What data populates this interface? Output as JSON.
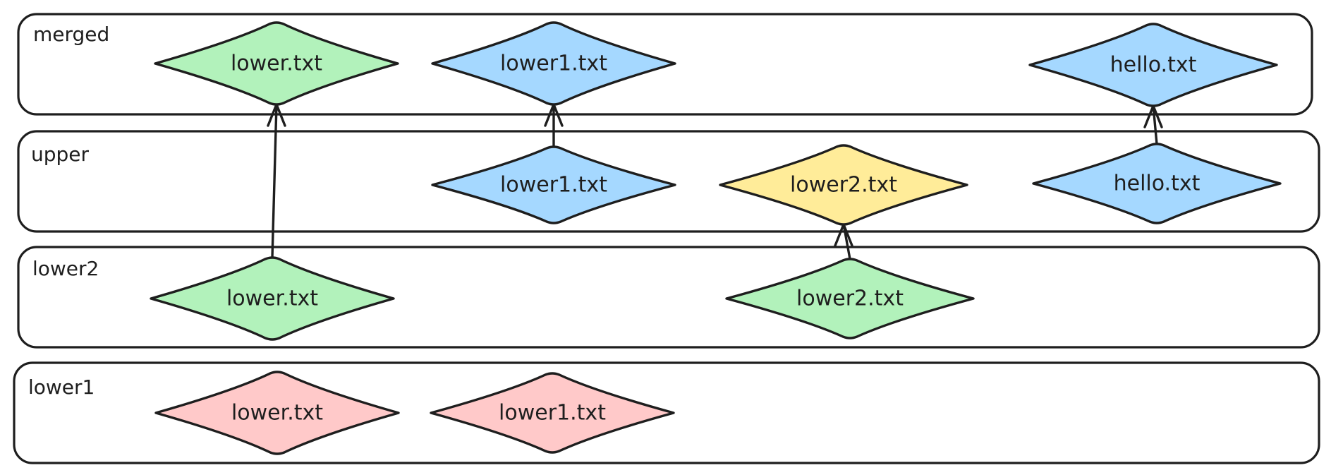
{
  "layers": [
    {
      "id": "merged",
      "label": "merged"
    },
    {
      "id": "upper",
      "label": "upper"
    },
    {
      "id": "lower2",
      "label": "lower2"
    },
    {
      "id": "lower1",
      "label": "lower1"
    }
  ],
  "nodes": [
    {
      "id": "merged-lower",
      "layer": "merged",
      "label": "lower.txt",
      "fill": "#b2f2bb"
    },
    {
      "id": "merged-lower1",
      "layer": "merged",
      "label": "lower1.txt",
      "fill": "#a5d8ff"
    },
    {
      "id": "merged-hello",
      "layer": "merged",
      "label": "hello.txt",
      "fill": "#a5d8ff"
    },
    {
      "id": "upper-lower1",
      "layer": "upper",
      "label": "lower1.txt",
      "fill": "#a5d8ff"
    },
    {
      "id": "upper-lower2",
      "layer": "upper",
      "label": "lower2.txt",
      "fill": "#ffec99"
    },
    {
      "id": "upper-hello",
      "layer": "upper",
      "label": "hello.txt",
      "fill": "#a5d8ff"
    },
    {
      "id": "lower2-lower",
      "layer": "lower2",
      "label": "lower.txt",
      "fill": "#b2f2bb"
    },
    {
      "id": "lower2-lower2",
      "layer": "lower2",
      "label": "lower2.txt",
      "fill": "#b2f2bb"
    },
    {
      "id": "lower1-lower",
      "layer": "lower1",
      "label": "lower.txt",
      "fill": "#ffc9c9"
    },
    {
      "id": "lower1-lower1",
      "layer": "lower1",
      "label": "lower1.txt",
      "fill": "#ffc9c9"
    }
  ],
  "edges": [
    {
      "from": "lower2-lower",
      "to": "merged-lower"
    },
    {
      "from": "upper-lower1",
      "to": "merged-lower1"
    },
    {
      "from": "upper-hello",
      "to": "merged-hello"
    },
    {
      "from": "lower2-lower2",
      "to": "upper-lower2"
    }
  ]
}
